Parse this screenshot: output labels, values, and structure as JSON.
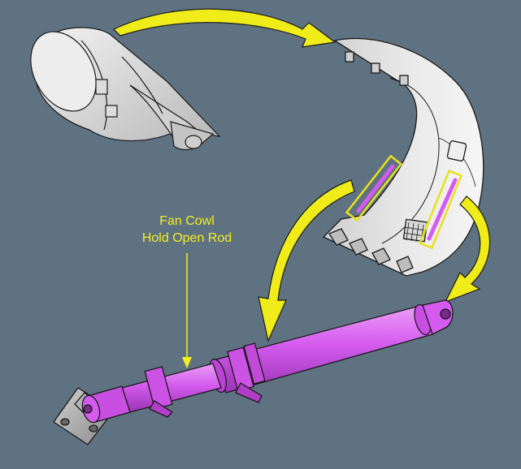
{
  "callout": {
    "line1": "Fan Cowl",
    "line2": "Hold Open Rod"
  },
  "colors": {
    "background": "#5f7282",
    "arrow": "#f0ec1a",
    "rod": "#d45bee",
    "rod_dark": "#a83bc2",
    "panel": "#e6e6e6",
    "outline": "#111111",
    "highlight_box": "#e8e21a"
  },
  "parts": {
    "engine": "engine-nacelle",
    "panel": "fan-cowl-panel",
    "rod": "hold-open-rod",
    "bracket": "mounting-bracket"
  }
}
